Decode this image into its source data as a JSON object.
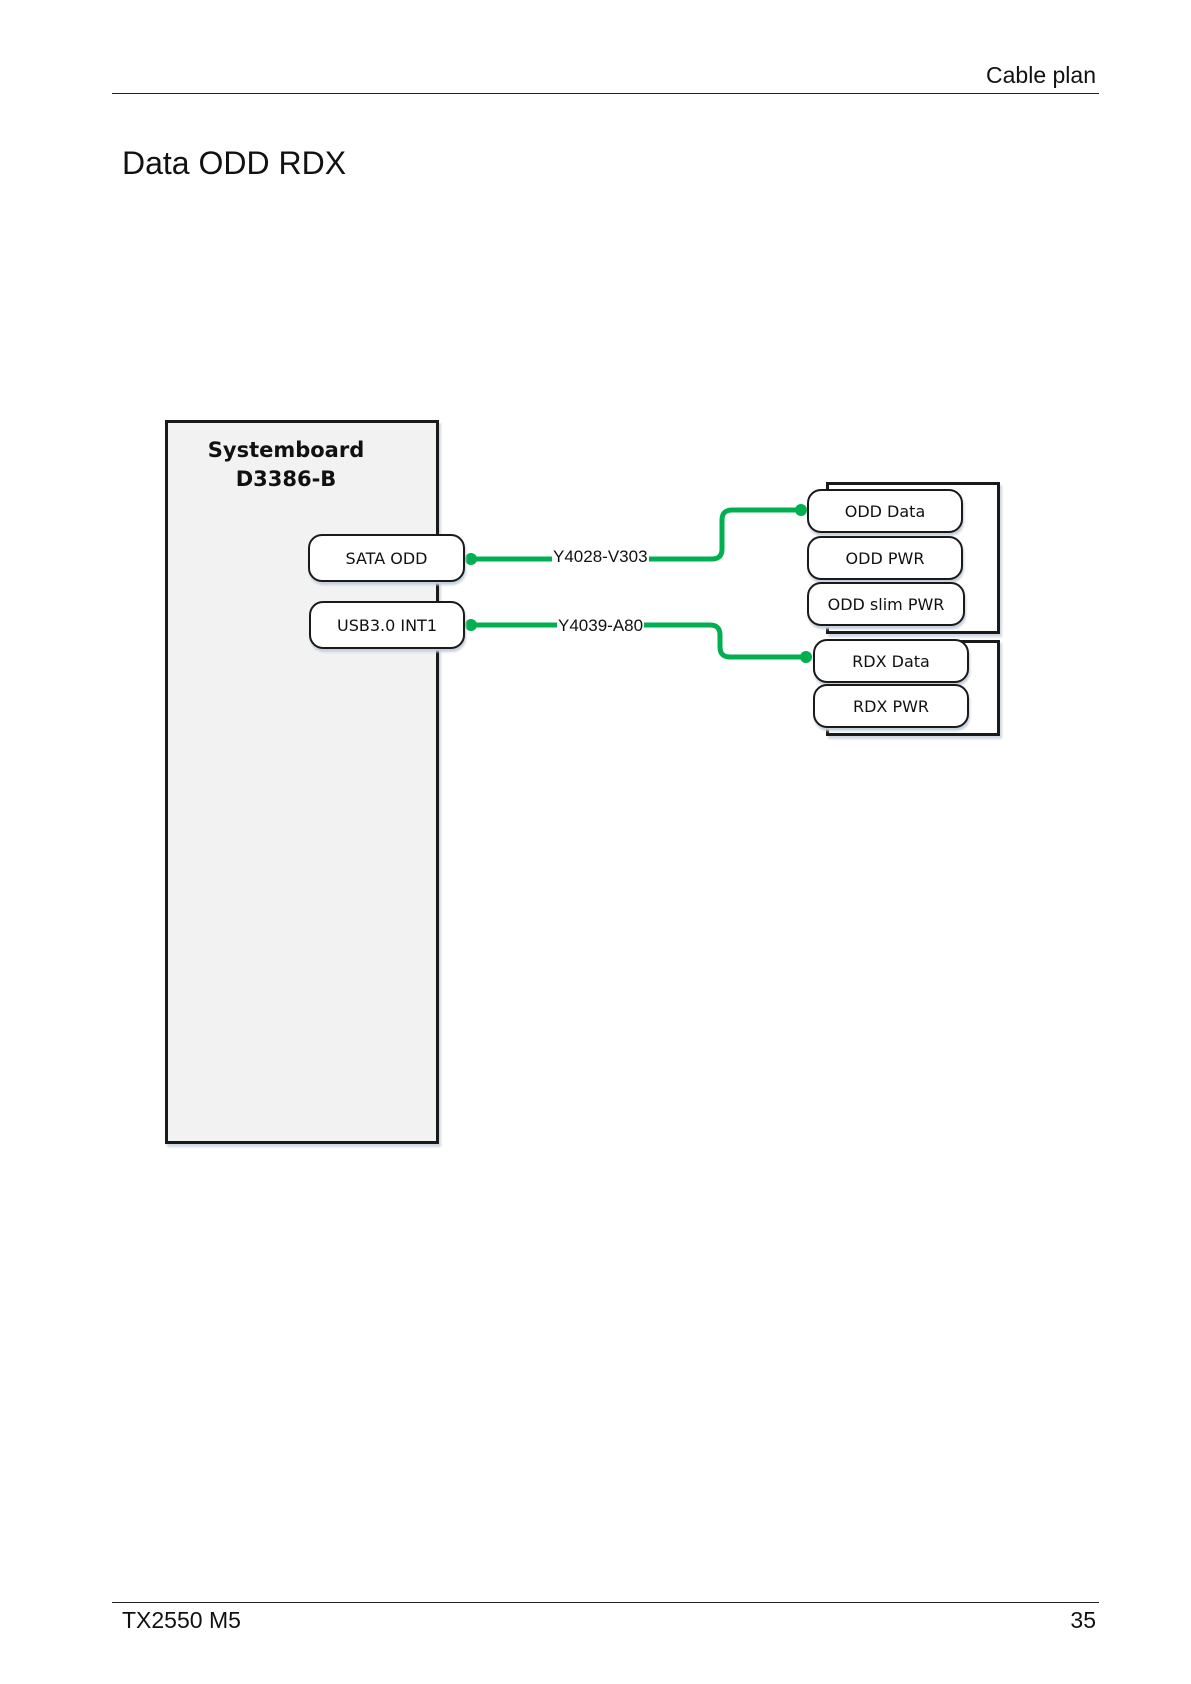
{
  "header": {
    "section": "Cable plan"
  },
  "title": "Data ODD RDX",
  "footer": {
    "model": "TX2550 M5",
    "page": "35"
  },
  "diagram": {
    "board": {
      "name": "Systemboard",
      "model": "D3386-B"
    },
    "board_connectors": {
      "sata": "SATA ODD",
      "usb": "USB3.0 INT1"
    },
    "odd_connectors": {
      "data": "ODD Data",
      "pwr": "ODD PWR",
      "slim_pwr": "ODD slim PWR"
    },
    "rdx_connectors": {
      "data": "RDX Data",
      "pwr": "RDX PWR"
    },
    "cables": {
      "sata_to_odd": "Y4028-V303",
      "usb_to_rdx": "Y4039-A80"
    },
    "colors": {
      "cable": "#00b050",
      "board_fill": "#f2f2f2",
      "outline": "#1a1a1a"
    }
  }
}
